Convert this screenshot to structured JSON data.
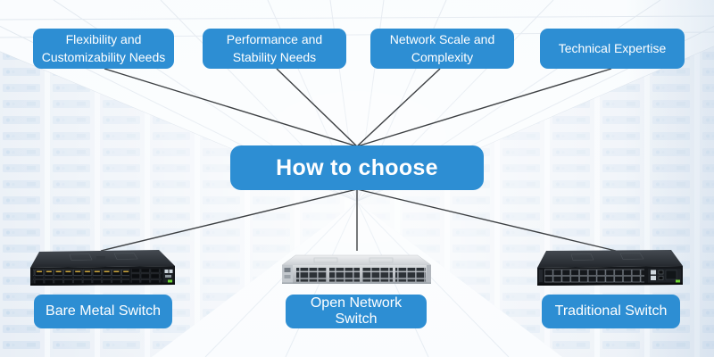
{
  "diagram": {
    "center_label": "How to choose",
    "factors": [
      {
        "label": "Flexibility and Customizability Needs"
      },
      {
        "label": "Performance and Stability Needs"
      },
      {
        "label": "Network Scale and Complexity"
      },
      {
        "label": "Technical Expertise"
      }
    ],
    "switches": [
      {
        "label": "Bare Metal Switch",
        "image": "bare-metal-switch-image"
      },
      {
        "label": "Open Network Switch",
        "image": "open-network-switch-image"
      },
      {
        "label": "Traditional Switch",
        "image": "traditional-switch-image"
      }
    ]
  },
  "colors": {
    "accent_blue": "#2d8ed3",
    "connector_line": "#3d4043",
    "label_text": "#ffffff",
    "led_green": "#6fd634",
    "background_tint": "#e9f0f7"
  }
}
